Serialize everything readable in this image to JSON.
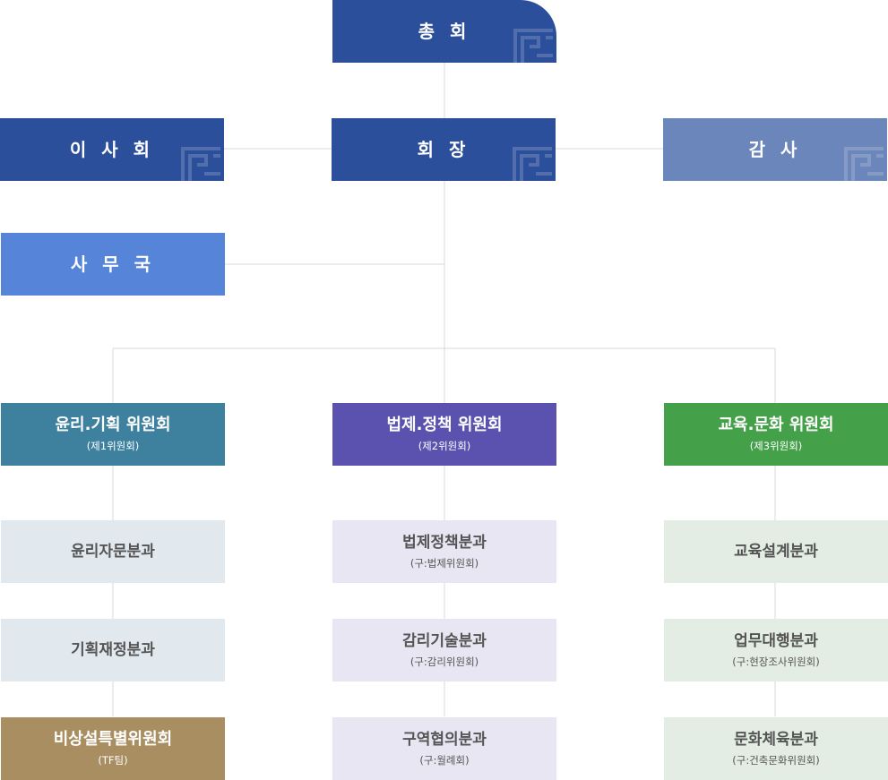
{
  "top": {
    "general_assembly": "총 회",
    "board": "이 사 회",
    "president": "회 장",
    "audit": "감 사",
    "secretariat": "사 무 국"
  },
  "committees": [
    {
      "title": "윤리.기획 위원회",
      "sub": "(제1위원회)",
      "divisions": [
        {
          "title": "윤리자문분과",
          "sub": ""
        },
        {
          "title": "기획재정분과",
          "sub": ""
        },
        {
          "title": "비상설특별위원회",
          "sub": "(TF팀)"
        }
      ]
    },
    {
      "title": "법제.정책 위원회",
      "sub": "(제2위원회)",
      "divisions": [
        {
          "title": "법제정책분과",
          "sub": "(구:법제위원회)"
        },
        {
          "title": "감리기술분과",
          "sub": "(구:감리위원회)"
        },
        {
          "title": "구역협의분과",
          "sub": "(구:월례회)"
        }
      ]
    },
    {
      "title": "교육.문화 위원회",
      "sub": "(제3위원회)",
      "divisions": [
        {
          "title": "교육설계분과",
          "sub": ""
        },
        {
          "title": "업무대행분과",
          "sub": "(구:현장조사위원회)"
        },
        {
          "title": "문화체육분과",
          "sub": "(구:건축문화위원회)"
        }
      ]
    }
  ],
  "colors": {
    "navy": "#2c4f9c",
    "audit": "#6b86ba",
    "secretariat": "#5584d8",
    "committee_1": "#3e819f",
    "committee_2": "#5a52ae",
    "committee_3": "#45a04a",
    "tf_team": "#a88e60",
    "division_1_bg": "#e1e9ef",
    "division_2_bg": "#e7e6f2",
    "division_3_bg": "#e3ede3",
    "connector": "#d8d8d8"
  },
  "icons": {
    "corner_pattern": "meander-pattern-icon"
  }
}
